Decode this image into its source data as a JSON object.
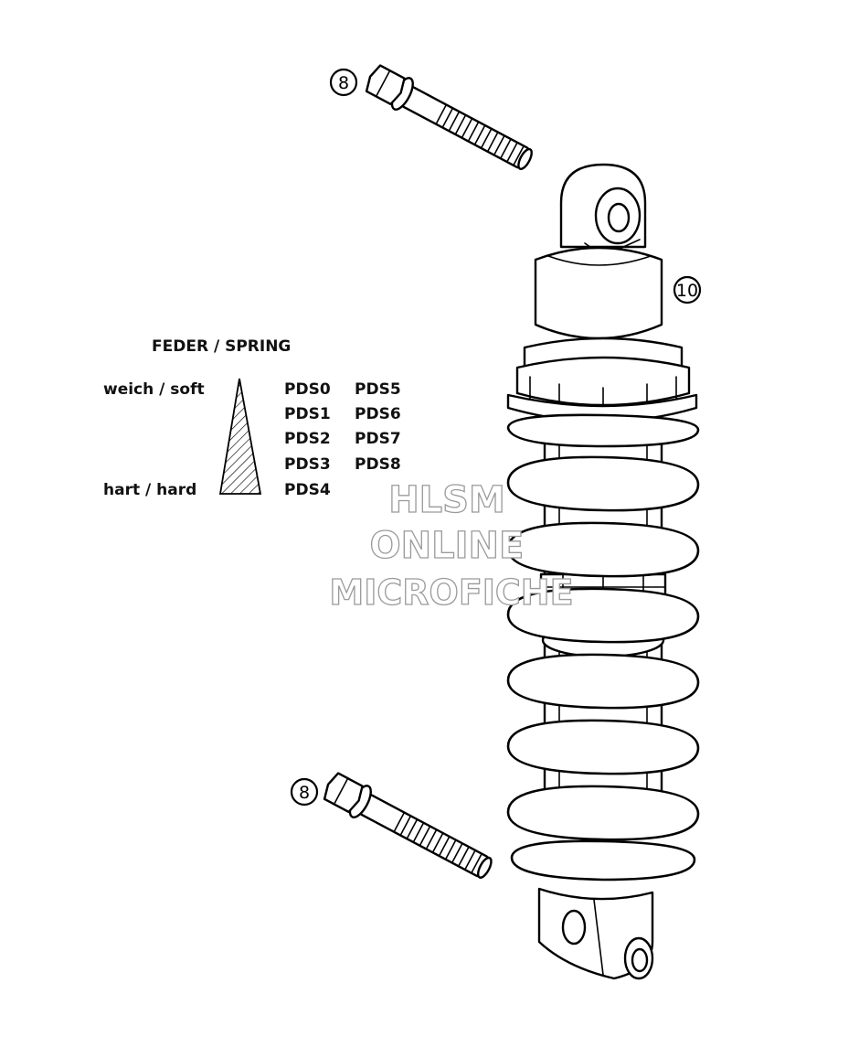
{
  "callouts": {
    "bolt_top": "8",
    "bolt_bottom": "8",
    "shock_absorber": "10"
  },
  "legend": {
    "title": "FEDER / SPRING",
    "soft_label": "weich / soft",
    "hard_label": "hart / hard",
    "springs": [
      "PDS0",
      "PDS1",
      "PDS2",
      "PDS3",
      "PDS4",
      "PDS5",
      "PDS6",
      "PDS7",
      "PDS8"
    ]
  },
  "watermark": {
    "line1": "HLSM",
    "line2": "ONLINE",
    "line3": "MICROFICHE"
  }
}
